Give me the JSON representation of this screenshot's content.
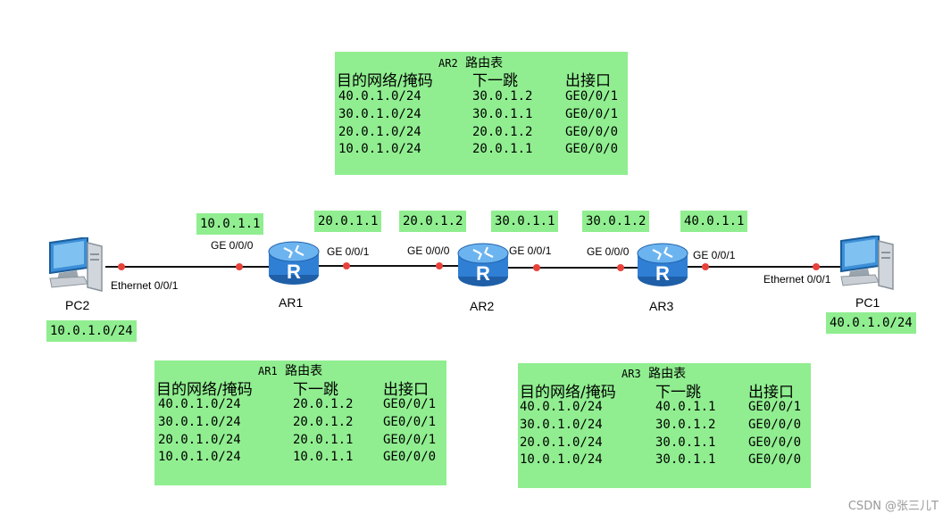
{
  "tables": {
    "ar2": {
      "router": "AR2",
      "title": "路由表",
      "headers": [
        "目的网络/掩码",
        "下一跳",
        "出接口"
      ],
      "rows": [
        [
          "40.0.1.0/24",
          "30.0.1.2",
          "GE0/0/1"
        ],
        [
          "30.0.1.0/24",
          "30.0.1.1",
          "GE0/0/1"
        ],
        [
          "20.0.1.0/24",
          "20.0.1.2",
          "GE0/0/0"
        ],
        [
          "10.0.1.0/24",
          "20.0.1.1",
          "GE0/0/0"
        ]
      ]
    },
    "ar1": {
      "router": "AR1",
      "title": "路由表",
      "headers": [
        "目的网络/掩码",
        "下一跳",
        "出接口"
      ],
      "rows": [
        [
          "40.0.1.0/24",
          "20.0.1.2",
          "GE0/0/1"
        ],
        [
          "30.0.1.0/24",
          "20.0.1.2",
          "GE0/0/1"
        ],
        [
          "20.0.1.0/24",
          "20.0.1.1",
          "GE0/0/1"
        ],
        [
          "10.0.1.0/24",
          "10.0.1.1",
          "GE0/0/0"
        ]
      ]
    },
    "ar3": {
      "router": "AR3",
      "title": "路由表",
      "headers": [
        "目的网络/掩码",
        "下一跳",
        "出接口"
      ],
      "rows": [
        [
          "40.0.1.0/24",
          "40.0.1.1",
          "GE0/0/1"
        ],
        [
          "30.0.1.0/24",
          "30.0.1.2",
          "GE0/0/0"
        ],
        [
          "20.0.1.0/24",
          "30.0.1.1",
          "GE0/0/0"
        ],
        [
          "10.0.1.0/24",
          "30.0.1.1",
          "GE0/0/0"
        ]
      ]
    }
  },
  "ip_labels": {
    "ar1_ge000": "10.0.1.1",
    "ar1_ge001": "20.0.1.1",
    "ar2_ge000": "20.0.1.2",
    "ar2_ge001": "30.0.1.1",
    "ar3_ge000": "30.0.1.2",
    "ar3_ge001": "40.0.1.1",
    "pc2_net": "10.0.1.0/24",
    "pc1_net": "40.0.1.0/24"
  },
  "devices": {
    "pc2": "PC2",
    "pc1": "PC1",
    "ar1": "AR1",
    "ar2": "AR2",
    "ar3": "AR3",
    "router_icon_letter": "R"
  },
  "ports": {
    "pc2_eth": "Ethernet 0/0/1",
    "ar1_ge000": "GE 0/0/0",
    "ar1_ge001": "GE 0/0/1",
    "ar2_ge000": "GE 0/0/0",
    "ar2_ge001": "GE 0/0/1",
    "ar3_ge000": "GE 0/0/0",
    "ar3_ge001": "GE 0/0/1",
    "pc1_eth": "Ethernet 0/0/1"
  },
  "watermark": "CSDN @张三儿T",
  "colors": {
    "label_bg": "#90ee90",
    "port_dot": "#e8423a",
    "router_blue": "#2f7fd4"
  }
}
